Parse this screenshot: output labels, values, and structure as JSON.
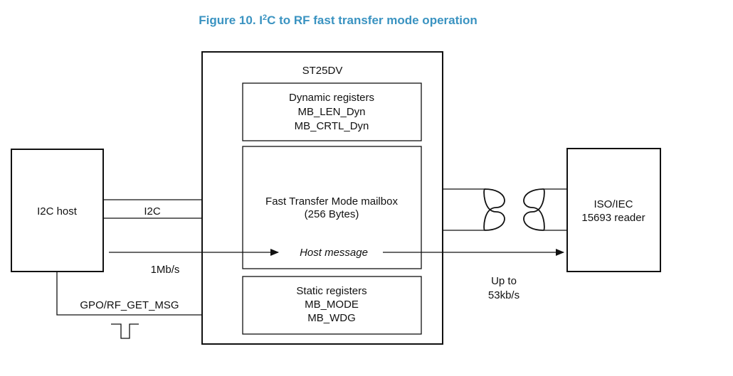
{
  "figure": {
    "title_prefix": "Figure 10. I",
    "title_sup": "2",
    "title_suffix": "C to RF fast transfer mode operation"
  },
  "st25dv": {
    "label": "ST25DV"
  },
  "dynamic_registers": {
    "line1": "Dynamic registers",
    "line2": "MB_LEN_Dyn",
    "line3": "MB_CRTL_Dyn"
  },
  "mailbox": {
    "line1": "Fast Transfer Mode mailbox",
    "line2": "(256 Bytes)",
    "message": "Host message"
  },
  "static_registers": {
    "line1": "Static registers",
    "line2": "MB_MODE",
    "line3": "MB_WDG"
  },
  "i2c_host": {
    "label": "I2C host"
  },
  "bus": {
    "i2c_label": "I2C",
    "rate_i2c": "1Mb/s",
    "gpo_label": "GPO/RF_GET_MSG"
  },
  "reader": {
    "line1": "ISO/IEC",
    "line2": "15693 reader"
  },
  "rf": {
    "rate_line1": "Up to",
    "rate_line2": "53kb/s"
  }
}
